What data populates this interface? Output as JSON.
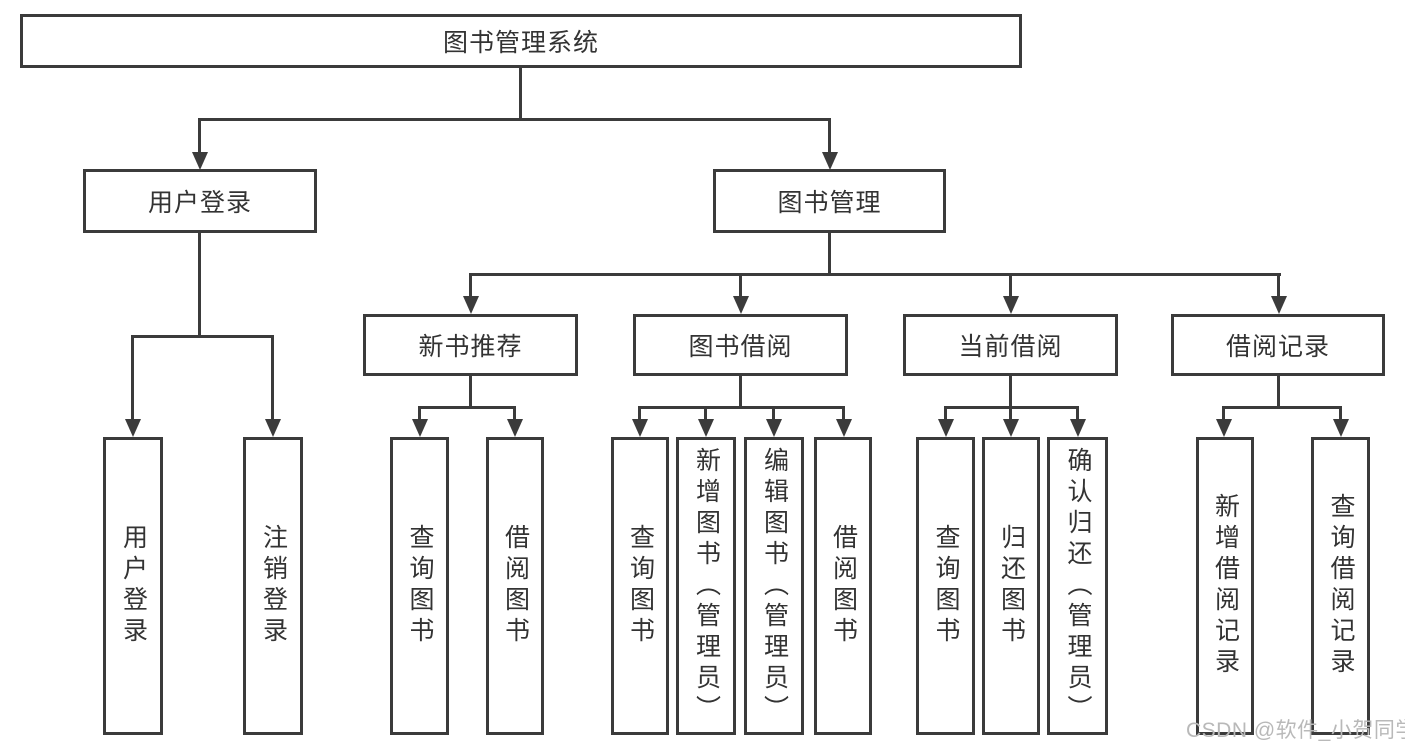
{
  "labels": {
    "root": "图书管理系统",
    "user_login": "用户登录",
    "book_management": "图书管理",
    "new_book_recommend": "新书推荐",
    "book_borrow": "图书借阅",
    "current_borrow": "当前借阅",
    "borrow_records": "借阅记录",
    "ul_user_login": "用户登录",
    "ul_logout": "注销登录",
    "nb_query_book": "查询图书",
    "nb_borrow_book": "借阅图书",
    "bb_query_book": "查询图书",
    "bb_add_book": "新增图书（管理员）",
    "bb_edit_book": "编辑图书（管理员）",
    "bb_borrow_book": "借阅图书",
    "cb_query_book": "查询图书",
    "cb_return_book": "归还图书",
    "cb_confirm_return": "确认归还（管理员）",
    "br_add_record": "新增借阅记录",
    "br_query_record": "查询借阅记录"
  },
  "structure": {
    "root": [
      "user_login",
      "book_management"
    ],
    "user_login": [
      "ul_user_login",
      "ul_logout"
    ],
    "book_management": [
      "new_book_recommend",
      "book_borrow",
      "current_borrow",
      "borrow_records"
    ],
    "new_book_recommend": [
      "nb_query_book",
      "nb_borrow_book"
    ],
    "book_borrow": [
      "bb_query_book",
      "bb_add_book",
      "bb_edit_book",
      "bb_borrow_book"
    ],
    "current_borrow": [
      "cb_query_book",
      "cb_return_book",
      "cb_confirm_return"
    ],
    "borrow_records": [
      "br_add_record",
      "br_query_record"
    ]
  },
  "watermark": "CSDN @软件_小贺同学",
  "colors": {
    "line": "#3b3b3b",
    "text": "#333333",
    "watermark": "#b9b9b9",
    "background": "#ffffff"
  }
}
